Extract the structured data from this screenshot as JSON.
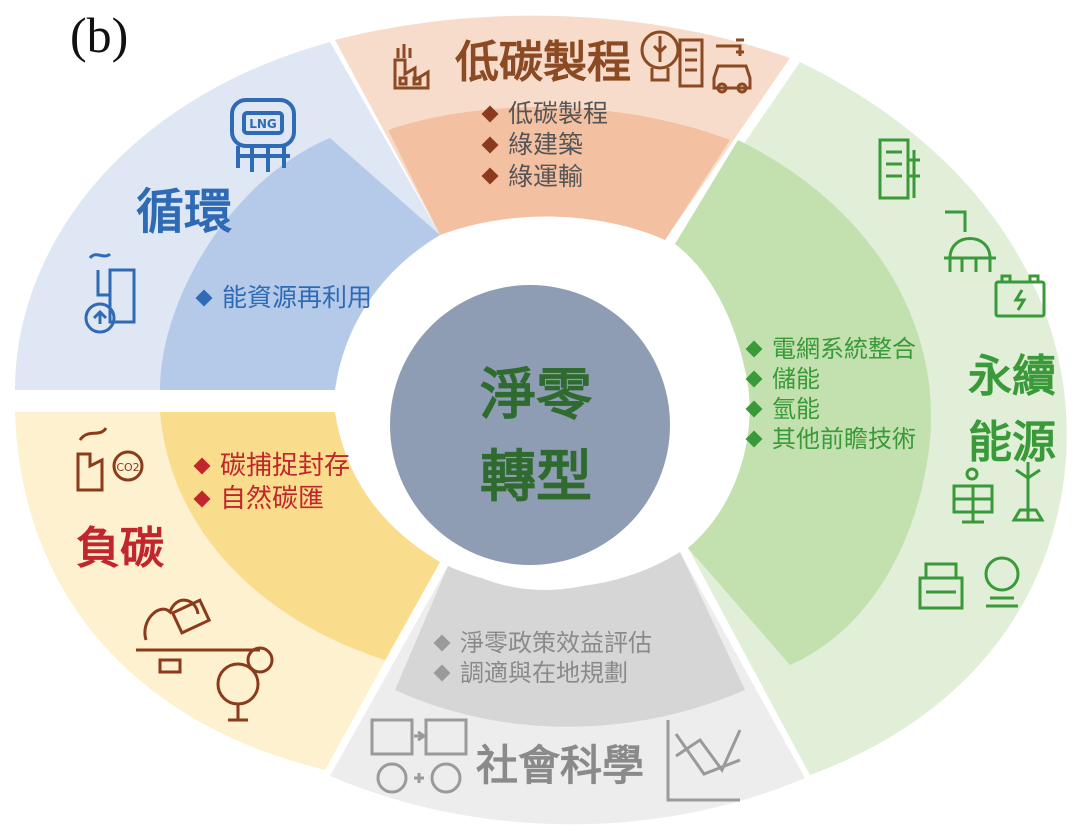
{
  "figure_label": "(b)",
  "center": {
    "line1": "淨零",
    "line2": "轉型"
  },
  "sections": {
    "low_carbon": {
      "title": "低碳製程",
      "items": [
        "低碳製程",
        "綠建築",
        "綠運輸"
      ]
    },
    "circular": {
      "title": "循環",
      "items": [
        "能資源再利用"
      ],
      "icon_text": "LNG"
    },
    "renewable": {
      "title_line1": "永續",
      "title_line2": "能源",
      "items": [
        "電網系統整合",
        "儲能",
        "氫能",
        "其他前瞻技術"
      ]
    },
    "negative": {
      "title": "負碳",
      "items": [
        "碳捕捉封存",
        "自然碳匯"
      ]
    },
    "social": {
      "title": "社會科學",
      "items": [
        "淨零政策效益評估",
        "調適與在地規劃"
      ]
    }
  },
  "colors": {
    "center": "#8e9cb4",
    "center_text": "#2f6b2f",
    "low_carbon_outer": "#f8dccb",
    "low_carbon_inner": "#f4c0a2",
    "low_carbon_text": "#8b4a23",
    "circular_outer": "#dfe7f4",
    "circular_inner": "#b5c9e8",
    "circular_text": "#2f6bb5",
    "renewable_outer": "#e2efd8",
    "renewable_inner": "#c3e0af",
    "renewable_text": "#3a9a3a",
    "negative_outer": "#fdf1d0",
    "negative_inner": "#f9dc8c",
    "negative_text": "#c0262c",
    "social_outer": "#ededed",
    "social_inner": "#d6d6d6",
    "social_text": "#8a8a8a"
  },
  "icons": [
    "factory-icon",
    "lng-tank-icon",
    "recycle-icon",
    "building-icon",
    "hydrogen-tank-icon",
    "battery-icon",
    "solar-panel-icon",
    "wind-turbine-icon",
    "co2-factory-icon",
    "tree-co2-icon",
    "power-plant-icon",
    "car-icon",
    "bulb-icon",
    "trend-chart-icon"
  ]
}
